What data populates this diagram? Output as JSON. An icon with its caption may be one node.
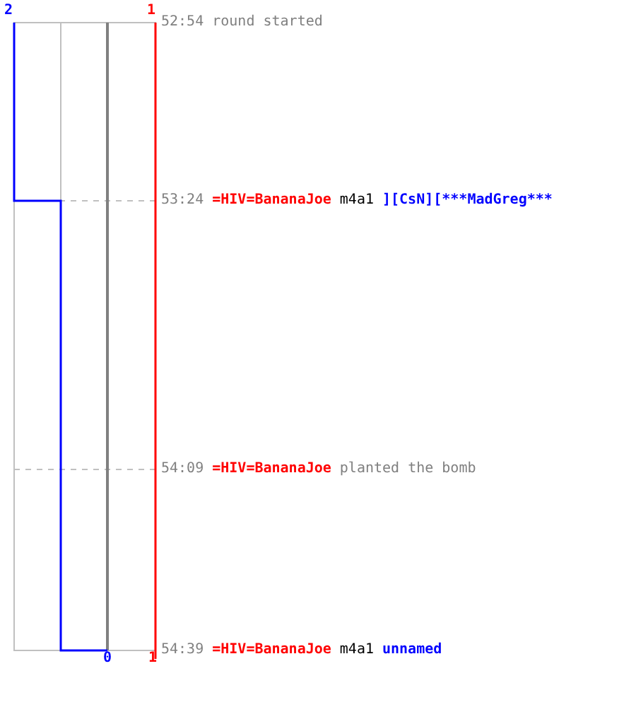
{
  "diagram": {
    "labels": [
      "2",
      "1",
      "52:54",
      "round started",
      "53:24",
      "=HIV=BananaJoe",
      "m4a1",
      "][CsN][***MadGreg***",
      "54:09",
      "=HIV=BananaJoe",
      "planted the bomb",
      "54:39",
      "=HIV=BananaJoe",
      "m4a1",
      "unnamed",
      "0",
      "1"
    ]
  }
}
